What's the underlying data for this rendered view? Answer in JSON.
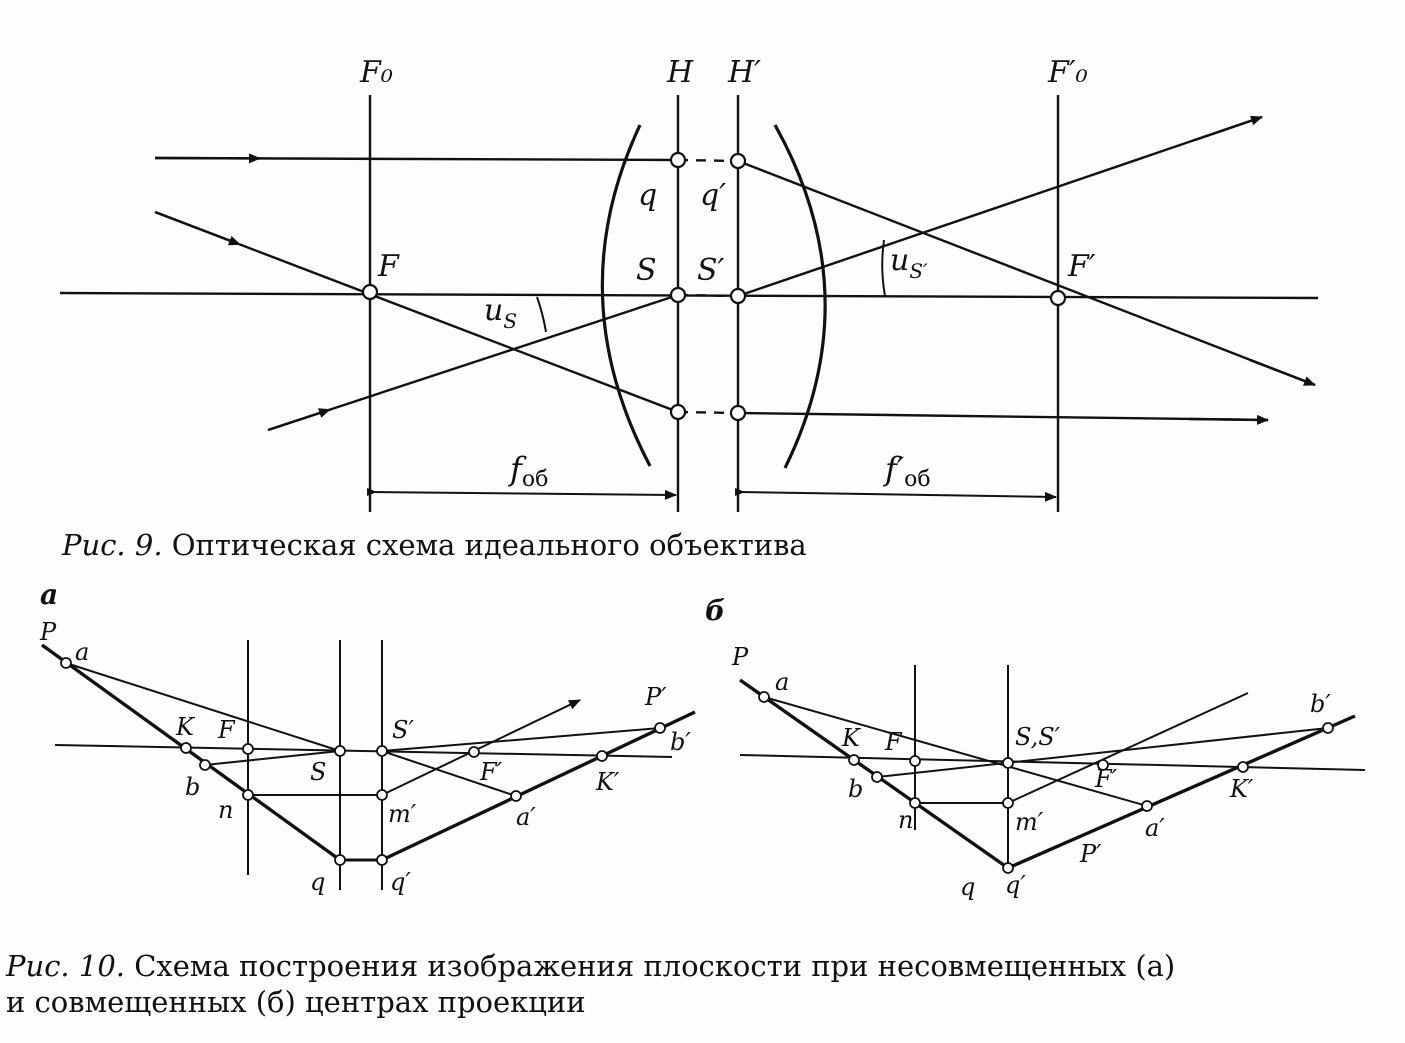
{
  "fig9": {
    "labels": {
      "F0": "F₀",
      "H": "H",
      "Hp": "H′",
      "F0p": "F′₀",
      "q": "q",
      "qp": "q′",
      "F": "F",
      "S": "S",
      "Sp": "S′",
      "Fp": "F′",
      "us": "u",
      "us_sub": "S",
      "usp": "u",
      "usp_sub": "S′",
      "fob": "f",
      "fob_sub": "об",
      "fobp": "f′",
      "fobp_sub": "об"
    },
    "caption_num": "Рис. 9.",
    "caption_text": " Оптическая схема идеального объектива"
  },
  "fig10a": {
    "tag": "а",
    "labels": {
      "P": "P",
      "a": "a",
      "K": "K",
      "F": "F",
      "b": "b",
      "n": "n",
      "S": "S",
      "Sp": "S′",
      "Fp": "F′",
      "mp": "m′",
      "ap": "a′",
      "Kp": "K′",
      "Pp": "P′",
      "bp": "b′",
      "q": "q",
      "qp": "q′"
    }
  },
  "fig10b": {
    "tag": "б",
    "labels": {
      "P": "P",
      "a": "a",
      "K": "K",
      "F": "F",
      "b": "b",
      "n": "n",
      "SSp": "S,S′",
      "Fp": "F′",
      "mp": "m′",
      "ap": "a′",
      "Kp": "K′",
      "bp": "b′",
      "Pp": "P′",
      "q": "q",
      "qp": "q′"
    }
  },
  "caption10": {
    "num": "Рис. 10.",
    "line1": " Схема построения изображения плоскости при несовмещенных (а)",
    "line2": "и совмещенных (б) центрах проекции"
  }
}
